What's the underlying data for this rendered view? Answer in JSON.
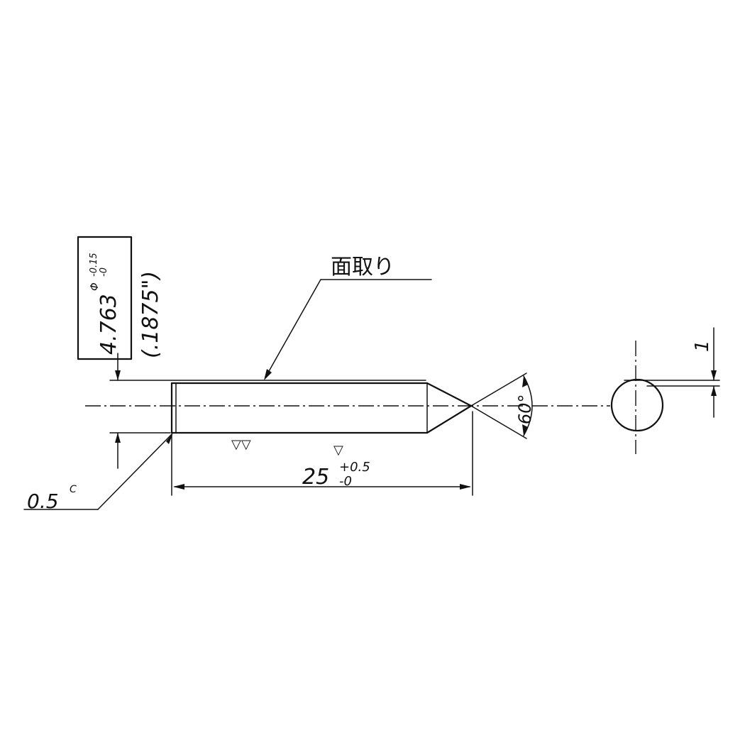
{
  "drawing": {
    "diameter": {
      "value": "4.763",
      "prefix": "Φ",
      "tol_upper": "-0.15",
      "tol_lower": "-0",
      "inch": "(.1875\")"
    },
    "chamfer_note": "面取り",
    "edge_chamfer": {
      "value": "0.5",
      "suffix": "C"
    },
    "length": {
      "value": "25",
      "tol_upper": "+0.5",
      "tol_lower": "-0"
    },
    "point_angle": "60°",
    "flat_dim": "1",
    "finish_marks": [
      "▽▽",
      "▽"
    ]
  }
}
